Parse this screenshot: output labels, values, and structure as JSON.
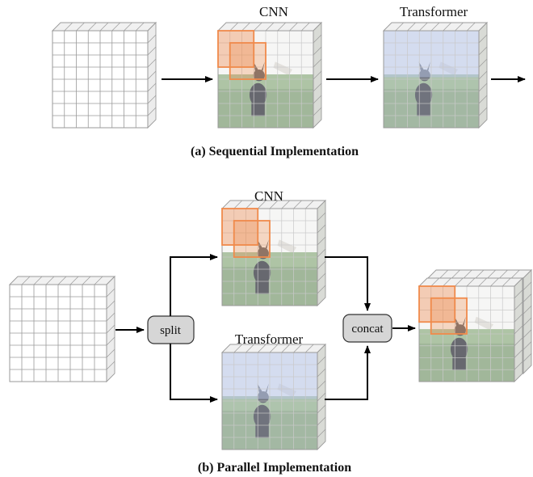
{
  "section_a": {
    "caption": "(a) Sequential Implementation",
    "cnn_title": "CNN",
    "transformer_title": "Transformer"
  },
  "section_b": {
    "caption": "(b) Parallel Implementation",
    "cnn_title": "CNN",
    "transformer_title": "Transformer",
    "split_label": "split",
    "concat_label": "concat"
  },
  "colors": {
    "grid_line": "#9a9a9a",
    "cnn_kernel": "#f08a4b",
    "transformer_tint": "#b8c6ea",
    "node_fill": "#d6d6d6",
    "arrow": "#000000"
  }
}
